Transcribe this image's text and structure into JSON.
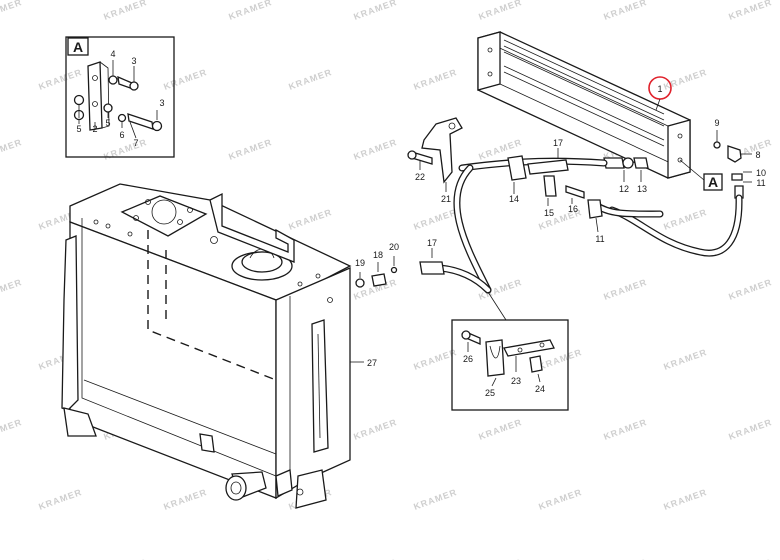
{
  "watermark": {
    "text": "KRAMER"
  },
  "colors": {
    "line": "#1a1a1a",
    "highlight": "#e0202a",
    "watermark": "#cfcfcf",
    "background": "#ffffff"
  },
  "detail_views": {
    "view_a_label": "A",
    "view_a_callout": "A"
  },
  "highlighted_part": "1",
  "labels": {
    "p1": "1",
    "p2": "2",
    "p3a": "3",
    "p3b": "3",
    "p4": "4",
    "p5a": "5",
    "p5b": "5",
    "p6": "6",
    "p7": "7",
    "p8": "8",
    "p9": "9",
    "p10": "10",
    "p11a": "11",
    "p11b": "11",
    "p12": "12",
    "p13": "13",
    "p14": "14",
    "p15": "15",
    "p16": "16",
    "p17a": "17",
    "p17b": "17",
    "p18": "18",
    "p19": "19",
    "p20": "20",
    "p21": "21",
    "p22": "22",
    "p23": "23",
    "p24": "24",
    "p25": "25",
    "p26": "26",
    "p27": "27"
  }
}
